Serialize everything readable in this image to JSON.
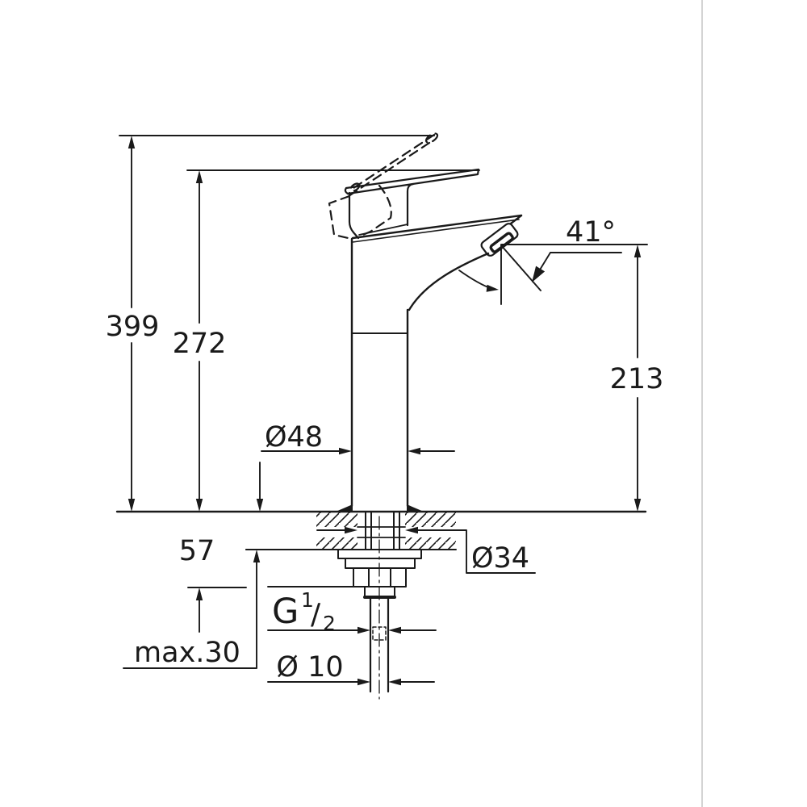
{
  "drawing": {
    "dimensions": {
      "overall_height": "399",
      "handle_top_height": "272",
      "spout_outlet_height": "213",
      "outlet_angle": "41°",
      "body_diameter": "Ø48",
      "deck_hole_diameter": "Ø34",
      "shank_below_deck": "57",
      "max_deck_thickness": "max.30",
      "supply_pipe_diameter": "Ø 10",
      "thread": {
        "g": "G",
        "sup": "1",
        "slash": "/",
        "sub": "2"
      }
    },
    "colors": {
      "line": "#1a1a1a",
      "divider": "#c6c6c6",
      "background": "#ffffff"
    }
  }
}
